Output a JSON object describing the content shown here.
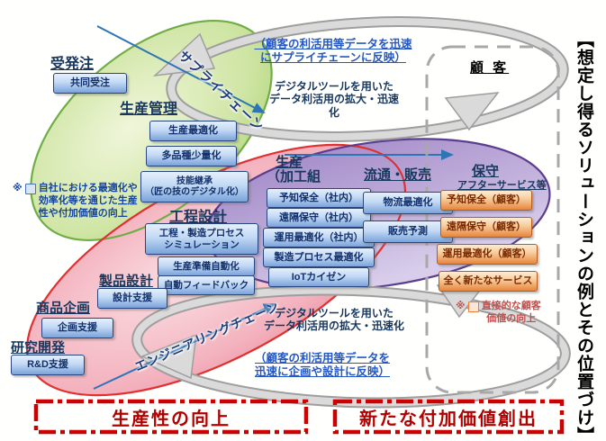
{
  "palette": {
    "navy": "#17375e",
    "blue_link": "#2457c5",
    "green_border": "#70ad47",
    "pink_border": "#e03030",
    "purple_border": "#5b3d8e",
    "red_accent": "#b00000",
    "note_blue": "#1544a0",
    "note_orange": "#c0504d"
  },
  "left_green": {
    "heading_order": "受発注",
    "btn_joint": "共同受注",
    "heading_prod_mgmt": "生産管理",
    "btn_prod_opt": "生産最適化",
    "btn_variety": "多品種少量化",
    "btn_skill": "技能継承\n（匠の技のデジタル化）"
  },
  "engineering_side": {
    "heading_process": "工程設計",
    "btn_sim": "工程・製造プロセス\nシミュレーション",
    "btn_prep": "生産準備自動化",
    "btn_autofb": "自動フィードバック",
    "heading_prod_design": "製品設計",
    "btn_design": "設計支援",
    "heading_planning": "商品企画",
    "btn_plan": "企画支援",
    "heading_rnd": "研究開発",
    "btn_rnd": "R&D支援"
  },
  "production": {
    "heading_line1": "生産",
    "heading_line2": "（加工組",
    "btn_pred": "予知保全（社内）",
    "btn_remote": "遠隔保守（社内）",
    "btn_opopt": "運用最適化（社内）",
    "btn_mfgopt": "製造プロセス最適化",
    "btn_iot": "IoTカイゼン"
  },
  "distribution": {
    "heading": "流通・販売",
    "btn_logistics": "物流最適化",
    "btn_forecast": "販売予測"
  },
  "maintenance": {
    "heading": "保守",
    "subheading": "アフターサービス等",
    "btn_pred": "予知保全（顧客）",
    "btn_remote": "遠隔保守（顧客）",
    "btn_opopt": "運用最適化（顧客）",
    "btn_new": "全く新たなサービス"
  },
  "customer_label": "顧 客",
  "chains": {
    "supply": "サプライチェーン",
    "engineering": "エンジニアリングチェーン"
  },
  "flow_notes": {
    "top_blue": "（顧客の利活用等データを迅速\nにサプライチェーンに反映）",
    "top_navy": "デジタルツールを用いた\nデータ利活用の拡大・迅速化",
    "bottom_navy": "デジタルツールを用いた\nデータ利活用の拡大・迅速化",
    "bottom_blue": "（顧客の利活用等データを\n迅速に企画や設計に反映）"
  },
  "legend_notes": {
    "internal_marker": "※",
    "internal_text": "自社における最適化や\n効率化等を通じた生産\n性や付加価値の向上",
    "customer_marker": "※",
    "customer_text": "直接的な顧客\n価値の向上"
  },
  "bottom_labels": {
    "productivity": "生産性の向上",
    "new_value": "新たな付加価値創出"
  },
  "right_vertical_label": "【想定し得るソリューションの例とその位置づけ】"
}
